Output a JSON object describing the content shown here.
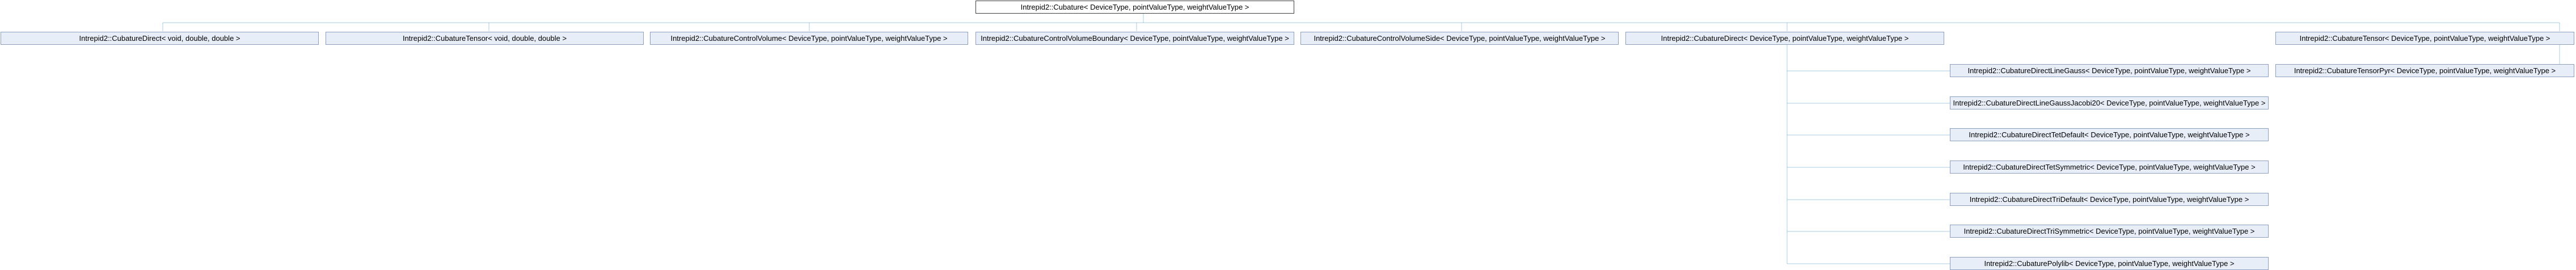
{
  "diagram": {
    "root": "Intrepid2::Cubature< DeviceType, pointValueType, weightValueType >",
    "level1": [
      "Intrepid2::CubatureDirect< void, double, double >",
      "Intrepid2::CubatureTensor< void, double, double >",
      "Intrepid2::CubatureControlVolume< DeviceType, pointValueType, weightValueType >",
      "Intrepid2::CubatureControlVolumeBoundary< DeviceType, pointValueType, weightValueType >",
      "Intrepid2::CubatureControlVolumeSide< DeviceType, pointValueType, weightValueType >",
      "Intrepid2::CubatureDirect< DeviceType, pointValueType, weightValueType >",
      "Intrepid2::CubatureTensor< DeviceType, pointValueType, weightValueType >"
    ],
    "direct_children": [
      "Intrepid2::CubatureDirectLineGauss< DeviceType, pointValueType, weightValueType >",
      "Intrepid2::CubatureDirectLineGaussJacobi20< DeviceType, pointValueType, weightValueType >",
      "Intrepid2::CubatureDirectTetDefault< DeviceType, pointValueType, weightValueType >",
      "Intrepid2::CubatureDirectTetSymmetric< DeviceType, pointValueType, weightValueType >",
      "Intrepid2::CubatureDirectTriDefault< DeviceType, pointValueType, weightValueType >",
      "Intrepid2::CubatureDirectTriSymmetric< DeviceType, pointValueType, weightValueType >",
      "Intrepid2::CubaturePolylib< DeviceType, pointValueType, weightValueType >"
    ],
    "tensor_children": [
      "Intrepid2::CubatureTensorPyr< DeviceType, pointValueType, weightValueType >"
    ],
    "colors": {
      "edge": "#63a4cc",
      "node_fill": "#e8eef7",
      "node_border": "#8e9fc4",
      "root_fill": "#ffffff",
      "root_border": "#404040"
    }
  }
}
